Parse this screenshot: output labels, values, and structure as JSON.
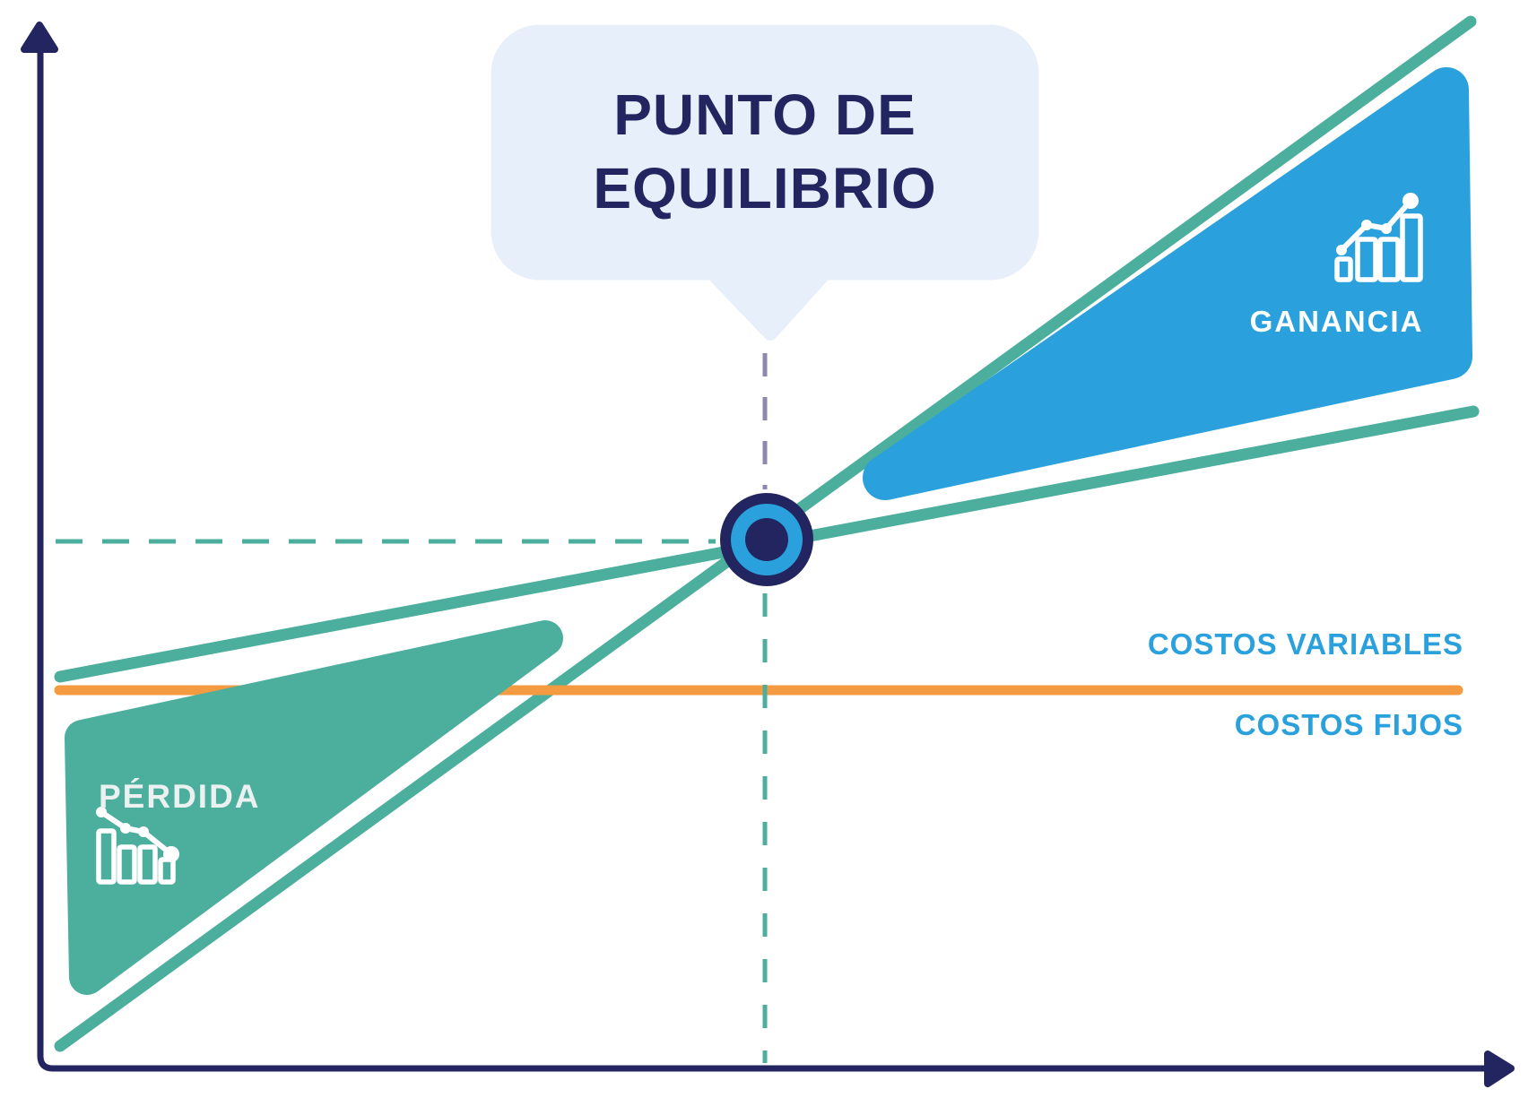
{
  "diagram": {
    "title": {
      "line1": "PUNTO DE",
      "line2": "EQUILIBRIO"
    },
    "regions": {
      "profit_label": "GANANCIA",
      "loss_label": "PÉRDIDA"
    },
    "cost_lines": {
      "variable_costs_label": "COSTOS VARIABLES",
      "fixed_costs_label": "COSTOS FIJOS"
    },
    "icons": {
      "profit_icon": "trending-up-chart-icon",
      "loss_icon": "trending-down-chart-icon"
    },
    "colors": {
      "navy": "#22255f",
      "teal": "#4cae9d",
      "blue": "#2aa1dc",
      "orange": "#f49b41",
      "bubble": "#e7f0fa",
      "lavender": "#8e87ae"
    }
  }
}
